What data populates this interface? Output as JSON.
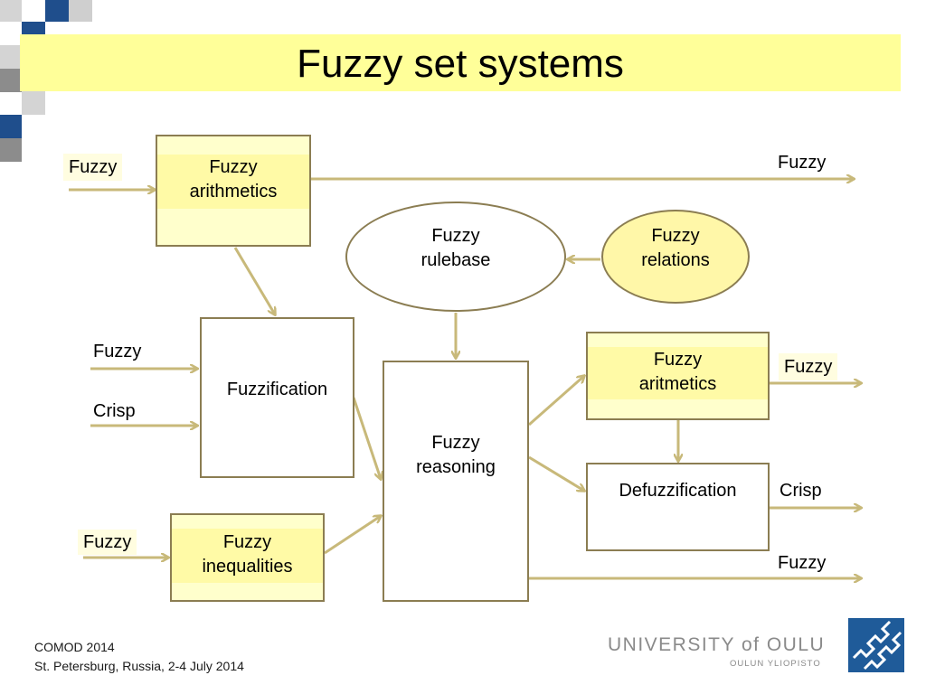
{
  "title": "Fuzzy set systems",
  "nodes": {
    "arith_top": "Fuzzy\narithmetics",
    "rulebase": "Fuzzy\nrulebase",
    "relations": "Fuzzy\nrelations",
    "fuzzification": "Fuzzification",
    "reasoning": "Fuzzy\nreasoning",
    "arith_right": "Fuzzy\naritmetics",
    "defuzzification": "Defuzzification",
    "inequalities": "Fuzzy\ninequalities"
  },
  "edge_labels": {
    "in_arith_top": "Fuzzy",
    "out_arith_top": "Fuzzy",
    "in_fuzzification_fuzzy": "Fuzzy",
    "in_fuzzification_crisp": "Crisp",
    "in_inequalities": "Fuzzy",
    "out_arith_right": "Fuzzy",
    "out_defuzz": "Crisp",
    "out_reasoning": "Fuzzy"
  },
  "footer": {
    "line1": "COMOD 2014",
    "line2": "St. Petersburg, Russia, 2-4 July 2014"
  },
  "logo": {
    "name": "UNIVERSITY of OULU",
    "sub": "OULUN YLIOPISTO"
  },
  "colors": {
    "title_band": "#ffff99",
    "highlight_band": "#fffaa6",
    "border": "#8b7d52",
    "arrow": "#c8b97a",
    "logo_blue": "#1f5b99"
  }
}
